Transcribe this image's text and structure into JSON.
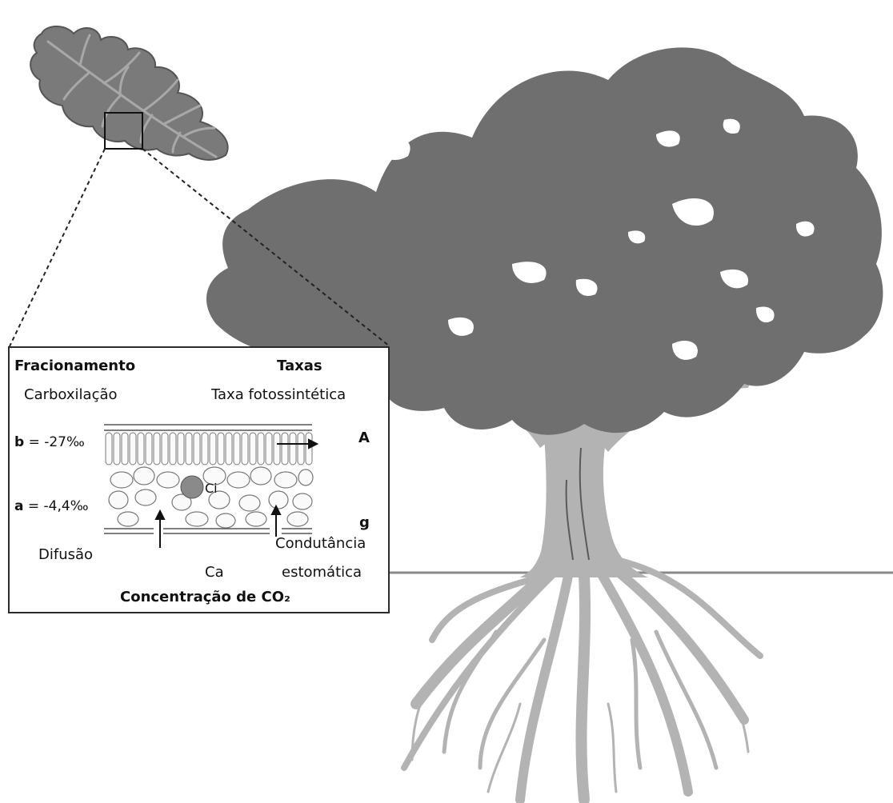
{
  "colors": {
    "canopy": "#6f6f6f",
    "trunk": "#b3b3b3",
    "branch_light": "#bdbdbd",
    "ground": "#8a8a8a",
    "leaf": "#7a7a7a",
    "leaf_vein": "#a8a8a8",
    "outline": "#333333"
  },
  "inset": {
    "heading_left": "Fracionamento",
    "heading_right": "Taxas",
    "carboxylation": "Carboxilação",
    "photosynthetic_rate": "Taxa fotossintética",
    "b_symbol": "b",
    "b_value": " = -27‰",
    "a_symbol": "a",
    "a_value": " = -4,4‰",
    "rate_A": "A",
    "conductance_g": "g",
    "ci": "Ci",
    "diffusion": "Difusão",
    "stomatal_conductance_1": "Condutância",
    "stomatal_conductance_2": "estomática",
    "ca": "Ca",
    "co2_concentration": "Concentração de CO₂"
  }
}
